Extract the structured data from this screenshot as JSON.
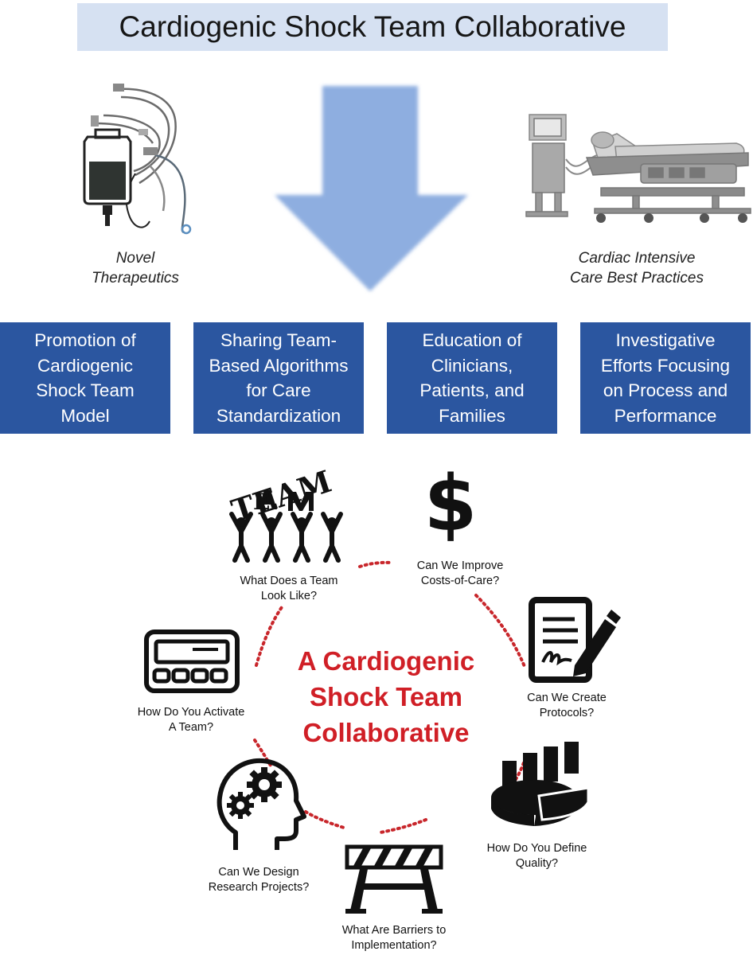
{
  "title": "Cardiogenic Shock Team Collaborative",
  "top_items": [
    {
      "icon": "iv-bag-catheter-icon",
      "line1": "Novel",
      "line2": "Therapeutics"
    },
    {
      "icon": "icu-bed-icon",
      "line1": "Cardiac Intensive",
      "line2": "Care Best Practices"
    }
  ],
  "pillars": [
    {
      "lines": [
        "Promotion of",
        "Cardiogenic",
        "Shock Team",
        "Model"
      ]
    },
    {
      "lines": [
        "Sharing Team-",
        "Based Algorithms",
        "for Care",
        "Standardization"
      ]
    },
    {
      "lines": [
        "Education of",
        "Clinicians,",
        "Patients, and",
        "Families"
      ]
    },
    {
      "lines": [
        "Investigative",
        "Efforts Focusing",
        "on Process and",
        "Performance"
      ]
    }
  ],
  "center": {
    "line1": "A Cardiogenic",
    "line2": "Shock Team",
    "line3": "Collaborative"
  },
  "questions": {
    "team": {
      "line1": "What Does a Team",
      "line2": "Look Like?",
      "icon": "team-people-icon",
      "icon_text": "TEAM"
    },
    "costs": {
      "line1": "Can We Improve",
      "line2": "Costs-of-Care?",
      "icon": "dollar-sign-icon",
      "icon_text": "$"
    },
    "protocols": {
      "line1": "Can We Create",
      "line2": "Protocols?",
      "icon": "document-signature-icon"
    },
    "quality": {
      "line1": "How Do You Define",
      "line2": "Quality?",
      "icon": "chart-pie-icon"
    },
    "barriers": {
      "line1": "What Are Barriers to",
      "line2": "Implementation?",
      "icon": "barricade-icon"
    },
    "research": {
      "line1": "Can We Design",
      "line2": "Research Projects?",
      "icon": "head-gears-icon"
    },
    "activate": {
      "line1": "How Do You Activate",
      "line2": "A Team?",
      "icon": "pager-icon"
    }
  },
  "colors": {
    "title_bg": "#d6e1f2",
    "pillar_bg": "#2b56a0",
    "arrow": "#8eaee0",
    "accent_red": "#d01f26"
  }
}
